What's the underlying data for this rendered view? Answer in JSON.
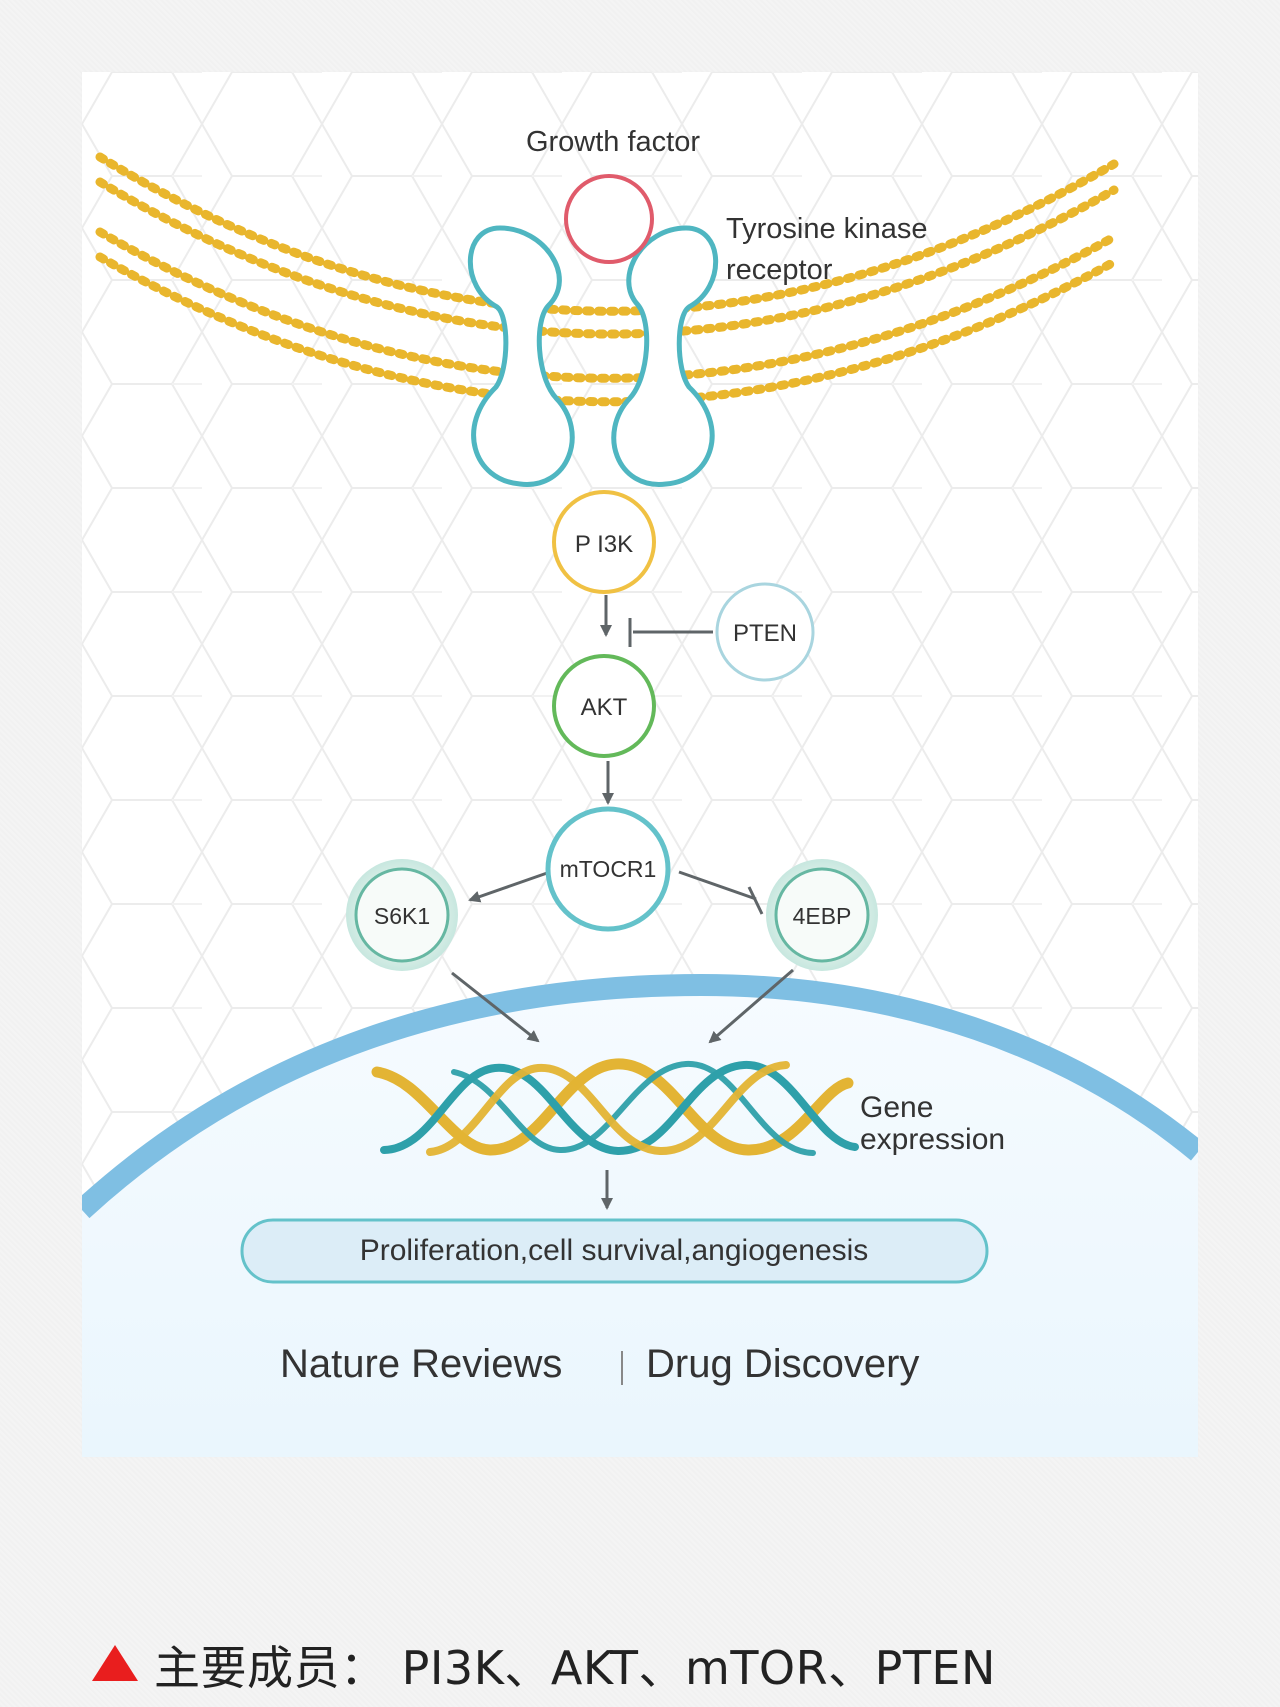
{
  "diagram": {
    "nodes": {
      "growth_factor": "Growth factor",
      "receptor": "Tyrosine kinase\nreceptor",
      "receptor_line1": "Tyrosine kinase",
      "receptor_line2": "receptor",
      "pi3k": "P I3K",
      "pten": "PTEN",
      "akt": "AKT",
      "mtocr1": "mTOCR1",
      "s6k1": "S6K1",
      "ebp": "4EBP",
      "gene_expression": "Gene\nexpression",
      "gene_line1": "Gene",
      "gene_line2": "expression",
      "outcome": "Proliferation,cell survival,angiogenesis"
    },
    "source": "Nature Reviews｜Drug Discovery",
    "source_left": "Nature Reviews",
    "source_right": "Drug Discovery",
    "colors": {
      "membrane": "#e9b62d",
      "receptor": "#4fb6c1",
      "growth_factor": "#e05b6b",
      "pi3k": "#f0c143",
      "pten": "#a9d5df",
      "akt": "#63b95a",
      "mtocr1": "#64c2ca",
      "s6k1": "#66b7a2",
      "ebp": "#66b7a2",
      "nucleus": "#7fbfe3",
      "dna_gold": "#e3b434",
      "dna_teal": "#2ea0aa",
      "arrows": "#5f6568"
    }
  },
  "caption": {
    "marker_icon": "red-triangle-icon",
    "text": "主要成员： PI3K、AKT、mTOR、PTEN"
  }
}
